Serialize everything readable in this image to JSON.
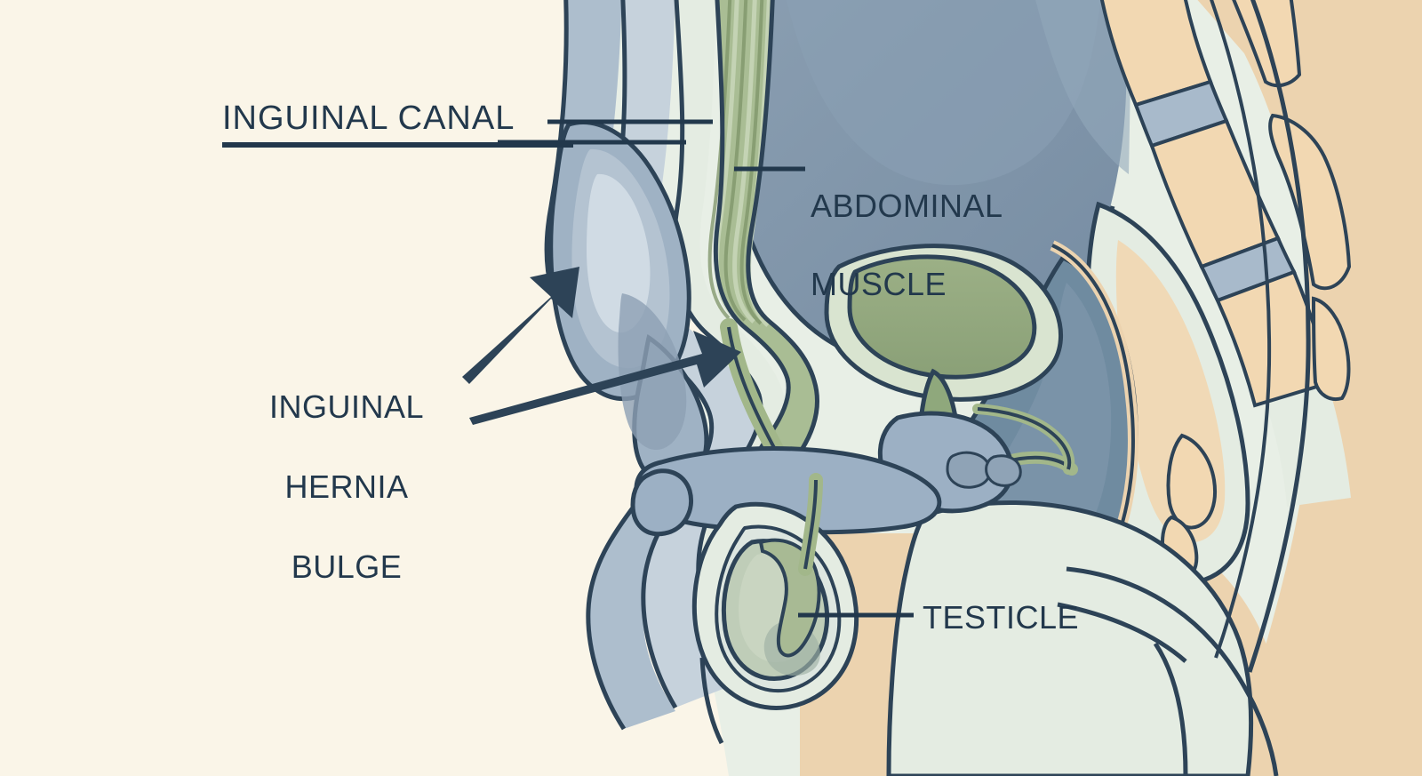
{
  "illustration": {
    "title": "Male inguinal hernia sagittal anatomy diagram",
    "background_color": "#faf5e8",
    "line_color": "#2d4357",
    "text_color": "#22384c"
  },
  "palette": {
    "background": "#faf5e8",
    "outline": "#2d4357",
    "text": "#22384c",
    "skin_tan": "#ecd3af",
    "bone_tan": "#f2d8b2",
    "fascia_pale": "#e6ece0",
    "muscle_green": "#a9bd94",
    "muscle_green_light": "#c3d2b2",
    "organ_green": "#8fa87c",
    "bladder_green": "#93a87e",
    "abdomen_slate": "#7e93a8",
    "slate_mid": "#8fa3b6",
    "slate_light": "#adbecd",
    "slate_pale": "#c6d2dc",
    "cavity_pale": "#dde7e4",
    "disc_blue": "#a8bacb",
    "rectum_blue": "#6f8ba0"
  },
  "labels": [
    {
      "id": "inguinal-canal",
      "text": "INGUINAL CANAL",
      "underlined": true,
      "leader_lines": 2
    },
    {
      "id": "abdominal-muscle",
      "text": "ABDOMINAL\nMUSCLE",
      "underlined": false,
      "leader_lines": 1
    },
    {
      "id": "inguinal-hernia-bulge",
      "text": "INGUINAL\nHERNIA\nBULGE",
      "underlined": false,
      "leader_lines": 0,
      "arrows": 2
    },
    {
      "id": "testicle",
      "text": "TESTICLE",
      "underlined": false,
      "leader_lines": 1
    }
  ],
  "annotations": {
    "inguinal_canal": "INGUINAL CANAL",
    "abdominal_muscle_line1": "ABDOMINAL",
    "abdominal_muscle_line2": "MUSCLE",
    "hernia_line1": "INGUINAL",
    "hernia_line2": "HERNIA",
    "hernia_line3": "BULGE",
    "testicle": "TESTICLE"
  }
}
